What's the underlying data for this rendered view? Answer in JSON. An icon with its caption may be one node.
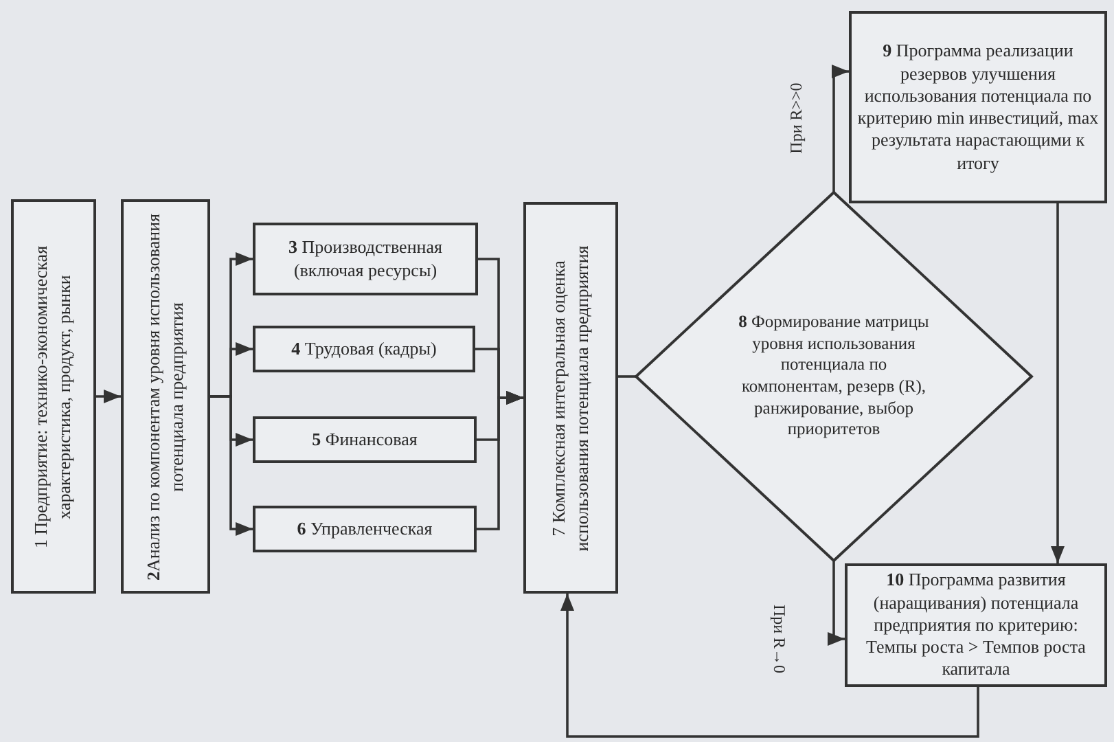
{
  "diagram": {
    "nodes": [
      {
        "text": [
          "1 Предприятие: технико-экономическая характеристика, продукт, рынки"
        ]
      },
      {
        "text": [
          "**2**Анализ по компонентам уровня использования потенциала предприятия"
        ]
      },
      {
        "text": [
          "**3** Производственная (включая ресурсы)"
        ]
      },
      {
        "text": [
          "**4** Трудовая (кадры)"
        ]
      },
      {
        "text": [
          "**5** Финансовая"
        ]
      },
      {
        "text": [
          "**6** Управленческая"
        ]
      },
      {
        "text": [
          "7 Комплексная интегральная оценка использования потенциала предприятия"
        ]
      },
      {
        "text": [
          "**8** Формирование матрицы уровня использования потенциала по компонентам, резерв (R), ранжирование, выбор приоритетов"
        ]
      },
      {
        "text": [
          "**9** Программа реализации резервов улучшения использования потенциала по критерию min инвестиций, max результата нарастающими к итогу"
        ]
      },
      {
        "text": [
          "**10** Программа развития (наращивания) потенциала предприятия по критерию: Темпы роста > Темпов роста капитала"
        ]
      }
    ],
    "edges": [
      {
        "from": 0,
        "to": 1,
        "arrow": "to"
      },
      {
        "from": 1,
        "to": 2,
        "arrow": "to"
      },
      {
        "from": 1,
        "to": 3,
        "arrow": "to"
      },
      {
        "from": 1,
        "to": 4,
        "arrow": "to"
      },
      {
        "from": 1,
        "to": 5,
        "arrow": "to"
      },
      {
        "from": 2,
        "to": 6,
        "arrow": "to"
      },
      {
        "from": 3,
        "to": 6,
        "arrow": "to"
      },
      {
        "from": 4,
        "to": 6,
        "arrow": "to"
      },
      {
        "from": 5,
        "to": 6,
        "arrow": "to"
      },
      {
        "from": 6,
        "to": 7,
        "arrow": "none"
      },
      {
        "from": 7,
        "to": 8,
        "arrow": "to",
        "label": "При R>>0"
      },
      {
        "from": 7,
        "to": 9,
        "arrow": "to",
        "label": "При R→0"
      },
      {
        "from": 8,
        "to": 9,
        "arrow": "to"
      },
      {
        "from": 9,
        "to": 6,
        "arrow": "to"
      }
    ]
  }
}
